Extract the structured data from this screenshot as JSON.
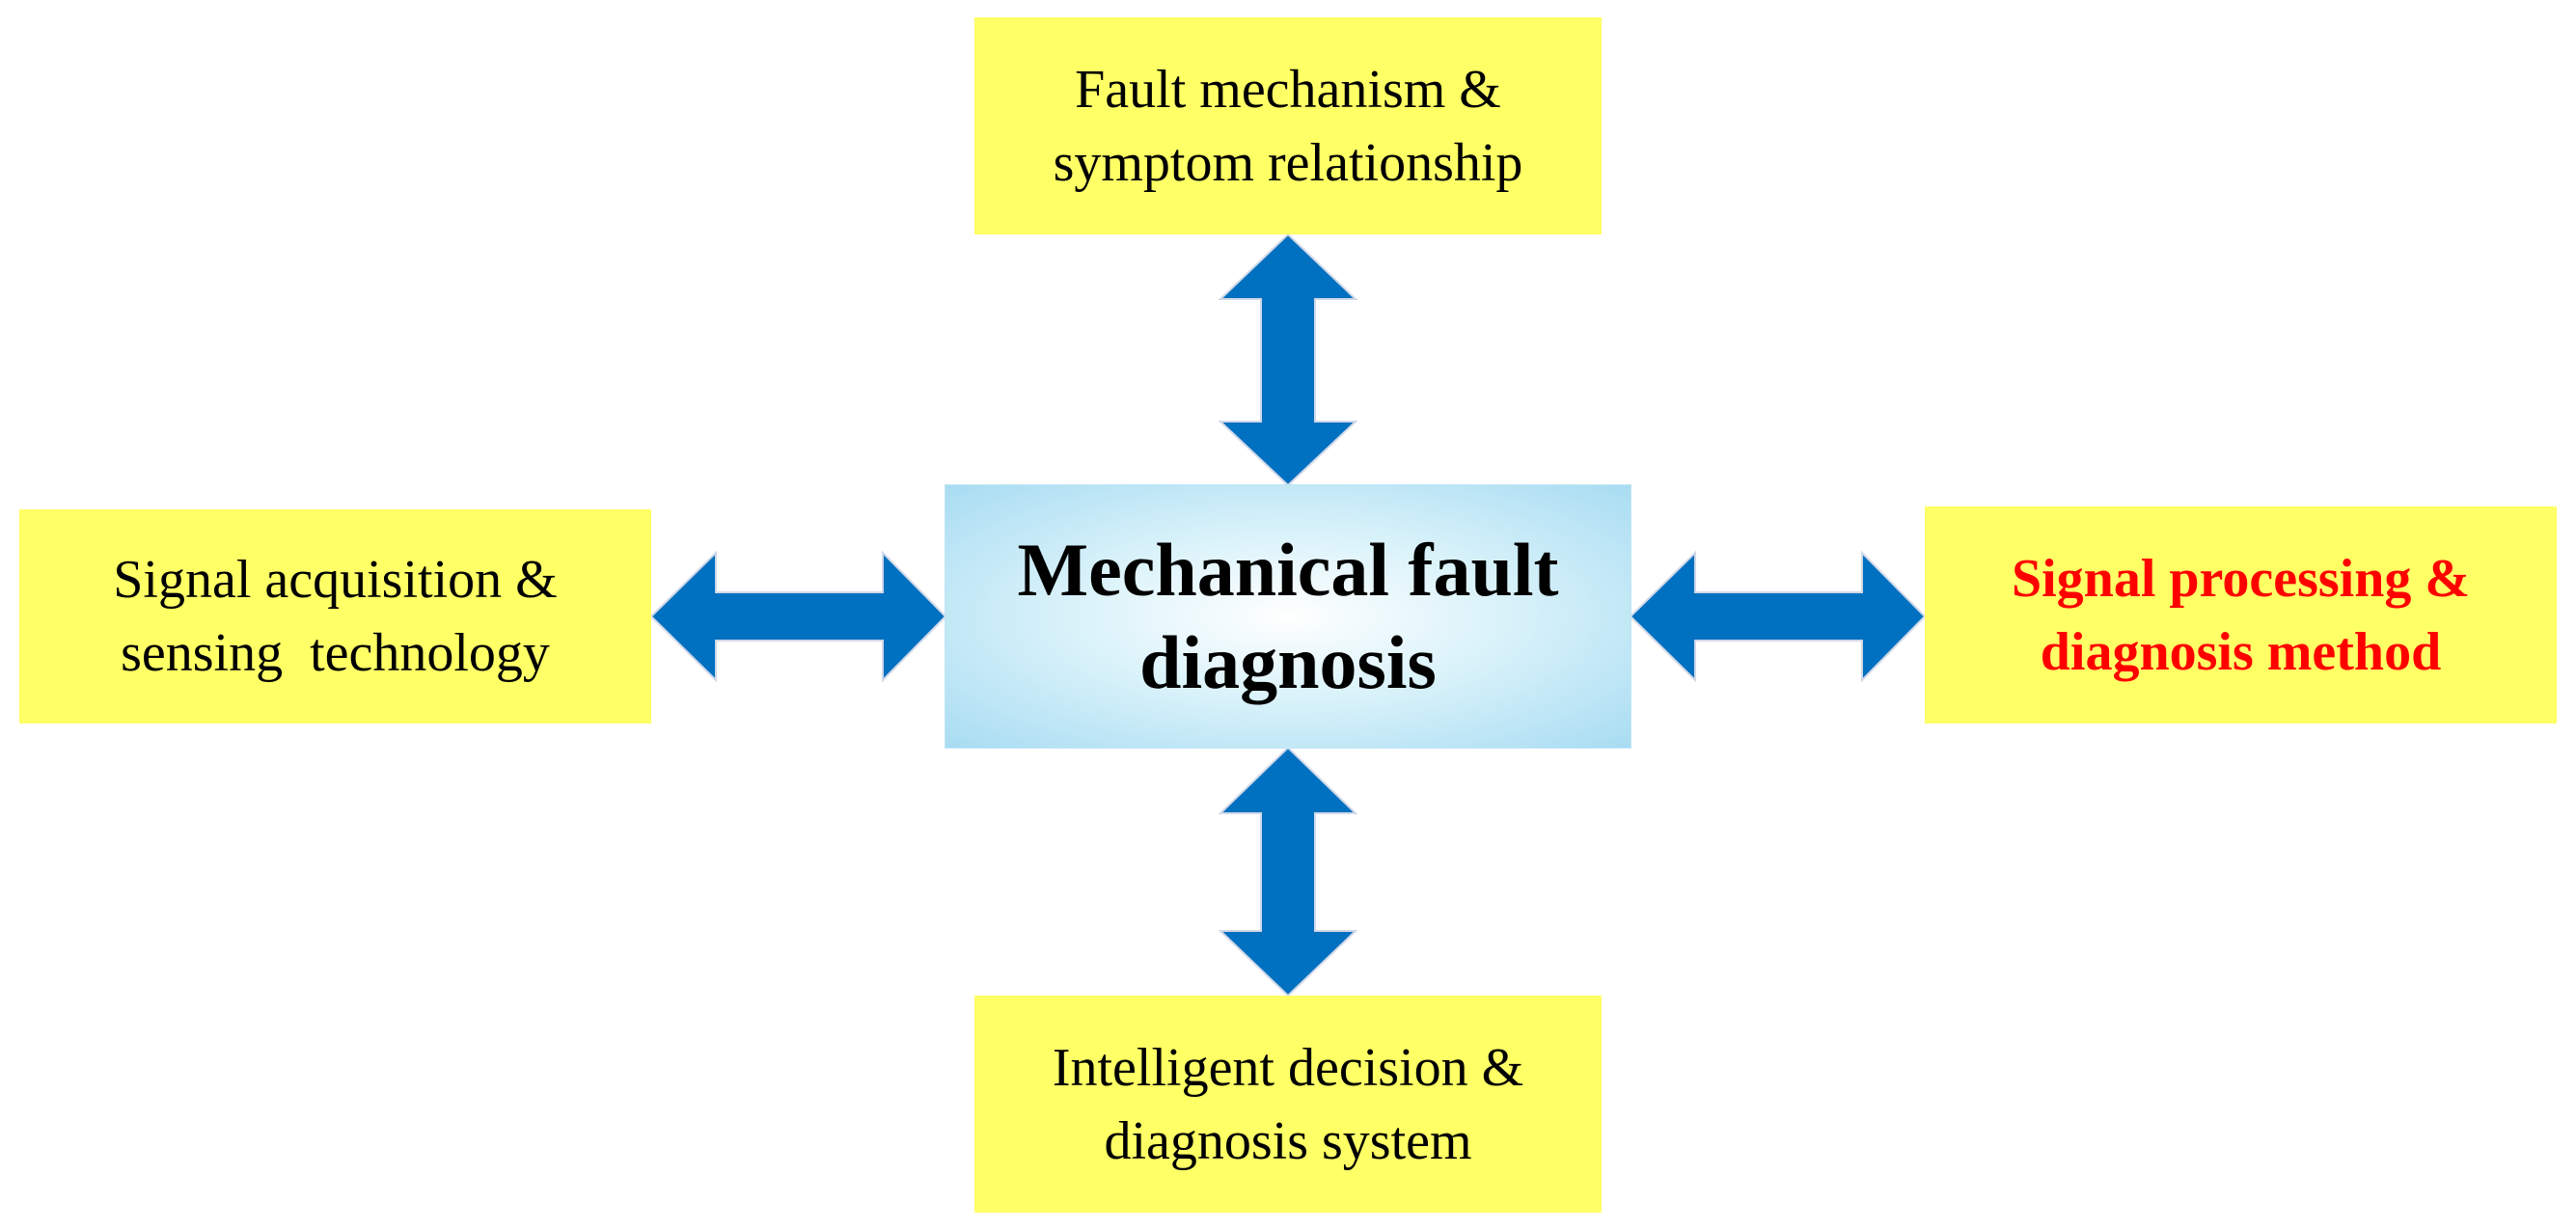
{
  "diagram": {
    "center": {
      "lines": [
        "Mechanical fault",
        "diagnosis"
      ]
    },
    "top": {
      "lines": [
        "Fault mechanism &",
        "symptom relationship"
      ]
    },
    "bottom": {
      "lines": [
        "Intelligent decision &",
        "diagnosis system"
      ]
    },
    "left": {
      "lines": [
        "Signal acquisition &",
        "sensing  technology"
      ]
    },
    "right": {
      "lines": [
        "Signal processing &",
        "diagnosis method"
      ]
    },
    "colors": {
      "box_fill": "#ffff66",
      "center_fill": "#a8dcf2",
      "arrow_fill": "#0070c0",
      "highlight_text": "#ff0000"
    }
  }
}
